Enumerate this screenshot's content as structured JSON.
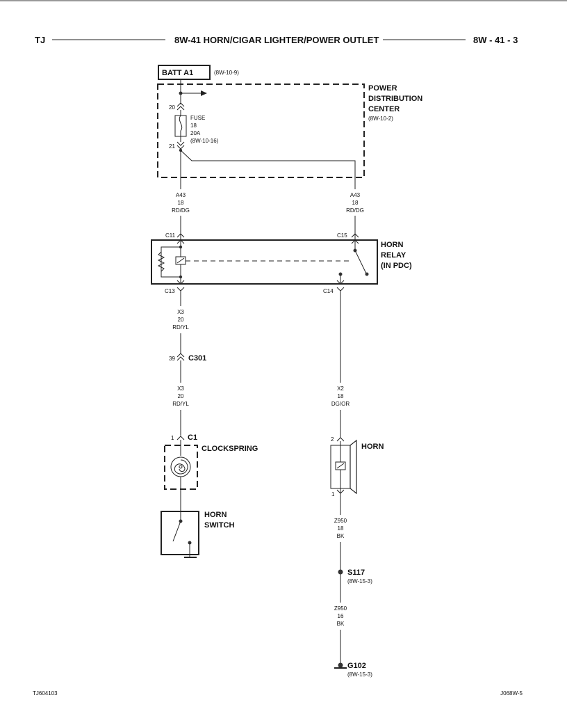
{
  "header": {
    "model": "TJ",
    "title": "8W-41 HORN/CIGAR LIGHTER/POWER OUTLET",
    "page": "8W - 41 - 3"
  },
  "batt": {
    "label": "BATT A1",
    "ref": "(8W-10-9)"
  },
  "pdc": {
    "line1": "POWER",
    "line2": "DISTRIBUTION",
    "line3": "CENTER",
    "ref": "(8W-10-2)"
  },
  "fuse": {
    "pin_top": "20",
    "pin_bottom": "21",
    "label": "FUSE",
    "number": "18",
    "rating": "20A",
    "ref": "(8W-10-16)"
  },
  "wire_left_a43": {
    "circuit": "A43",
    "gauge": "18",
    "color": "RD/DG"
  },
  "wire_right_a43": {
    "circuit": "A43",
    "gauge": "18",
    "color": "RD/DG"
  },
  "relay": {
    "line1": "HORN",
    "line2": "RELAY",
    "line3": "(IN PDC)",
    "pin_c11": "C11",
    "pin_c15": "C15",
    "pin_c13": "C13",
    "pin_c14": "C14"
  },
  "wire_x3_upper": {
    "circuit": "X3",
    "gauge": "20",
    "color": "RD/YL"
  },
  "connector_c301": {
    "pin": "39",
    "name": "C301"
  },
  "wire_x3_lower": {
    "circuit": "X3",
    "gauge": "20",
    "color": "RD/YL"
  },
  "clockspring": {
    "pin": "1",
    "connector": "C1",
    "label": "CLOCKSPRING"
  },
  "horn_switch": {
    "line1": "HORN",
    "line2": "SWITCH"
  },
  "wire_x2": {
    "circuit": "X2",
    "gauge": "18",
    "color": "DG/OR"
  },
  "horn": {
    "label": "HORN",
    "pin_top": "2",
    "pin_bottom": "1"
  },
  "wire_z950_upper": {
    "circuit": "Z950",
    "gauge": "18",
    "color": "BK"
  },
  "splice": {
    "name": "S117",
    "ref": "(8W-15-3)"
  },
  "wire_z950_lower": {
    "circuit": "Z950",
    "gauge": "16",
    "color": "BK"
  },
  "ground": {
    "name": "G102",
    "ref": "(8W-15-3)"
  },
  "footer": {
    "left": "TJ604103",
    "right": "J068W-5"
  }
}
